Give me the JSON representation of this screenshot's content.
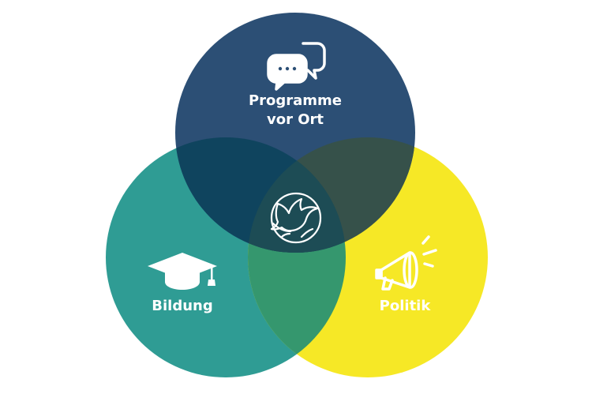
{
  "diagram": {
    "type": "venn",
    "circles": {
      "programme": {
        "label_line1": "Programme",
        "label_line2": "vor Ort",
        "icon": "speech-bubbles-icon",
        "color": "#2c4f75"
      },
      "bildung": {
        "label": "Bildung",
        "icon": "graduation-cap-icon",
        "color": "#2f9c94"
      },
      "politik": {
        "label": "Politik",
        "icon": "megaphone-icon",
        "color": "#f6e826"
      }
    },
    "overlap_colors": {
      "programme_bildung": "#0f445e",
      "programme_politik": "#36514a",
      "bildung_politik": "#35976e"
    },
    "center_icon": "dove-globe-icon"
  }
}
